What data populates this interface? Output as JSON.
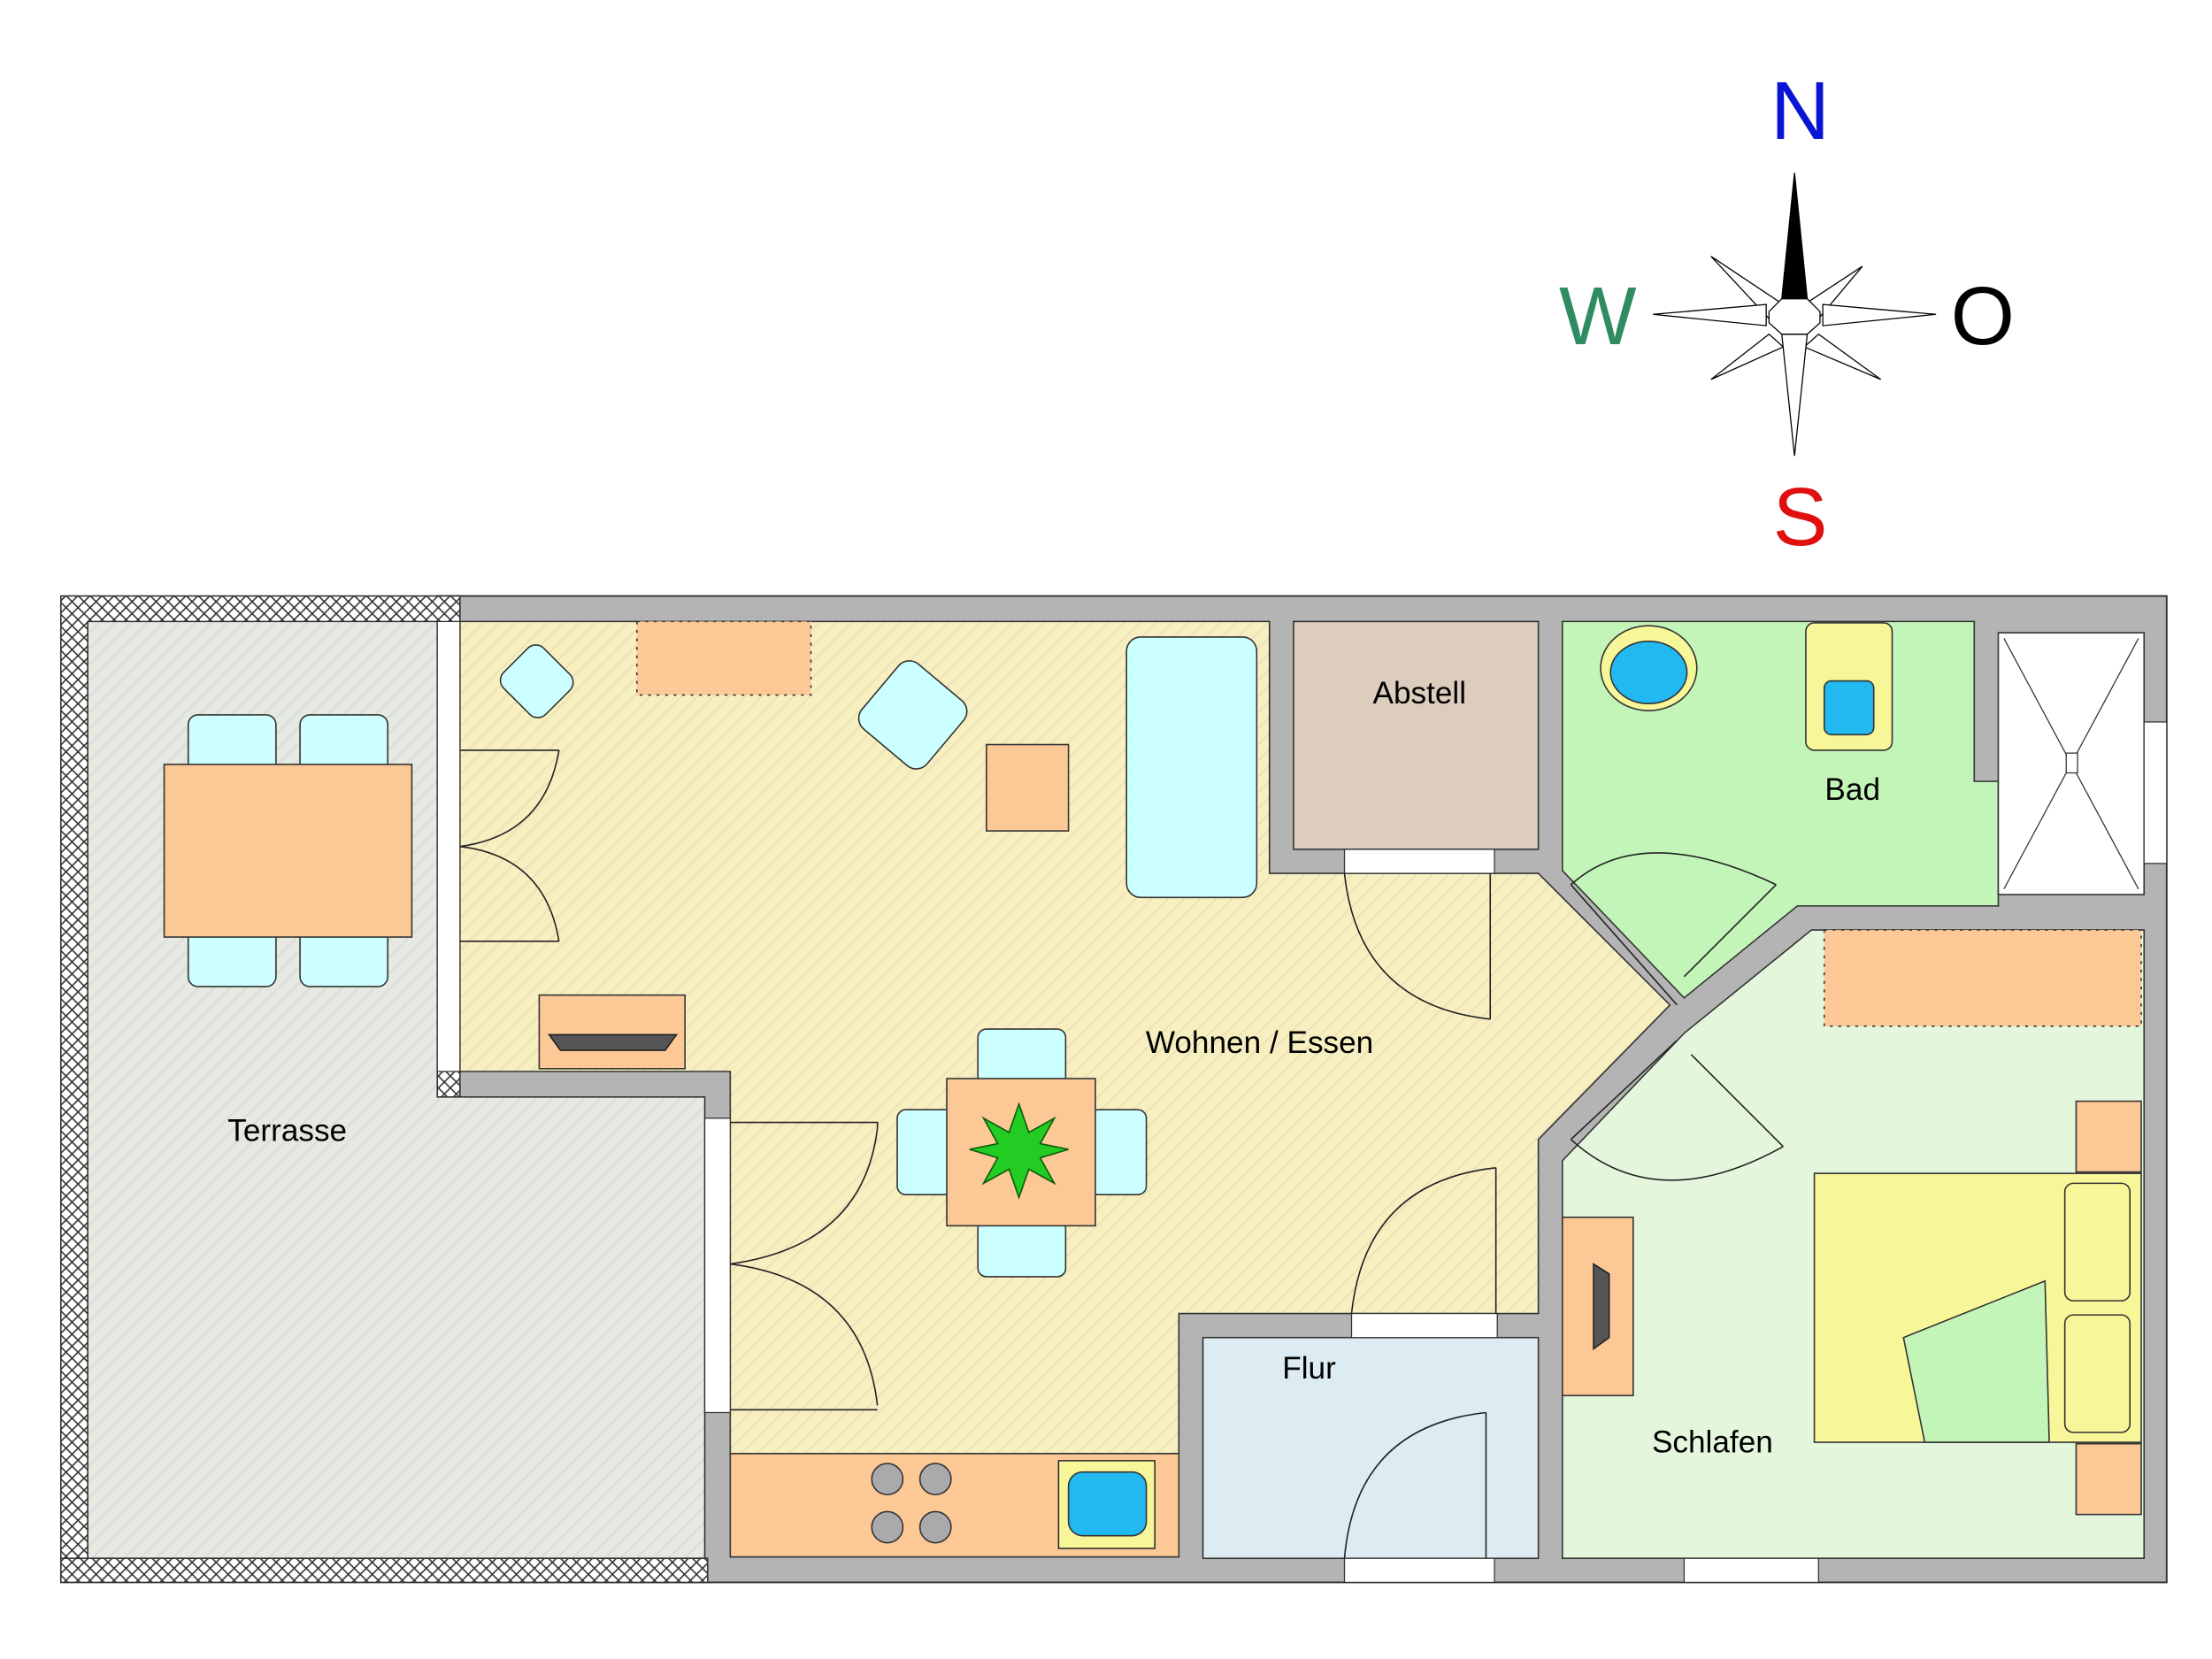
{
  "compass": {
    "north": "N",
    "south": "S",
    "west": "W",
    "east": "O",
    "colors": {
      "north": "#0a14d2",
      "south": "#e01010",
      "west": "#2e8b62",
      "east": "#000000"
    }
  },
  "rooms": {
    "terrace": "Terrasse",
    "living": "Wohnen / Essen",
    "storage": "Abstell",
    "bath": "Bad",
    "hall": "Flur",
    "bedroom": "Schlafen"
  },
  "colors": {
    "wall": "#b4b4b4",
    "terrace": "#e6e8e2",
    "living": "#f7efc0",
    "storage": "#dccdbd",
    "bath": "#c4f5b8",
    "bedroom": "#e4f7dc",
    "hall": "#dcecf2",
    "furniture": "#fbc896",
    "seat": "#ccffff",
    "bed": "#f7f79a"
  }
}
